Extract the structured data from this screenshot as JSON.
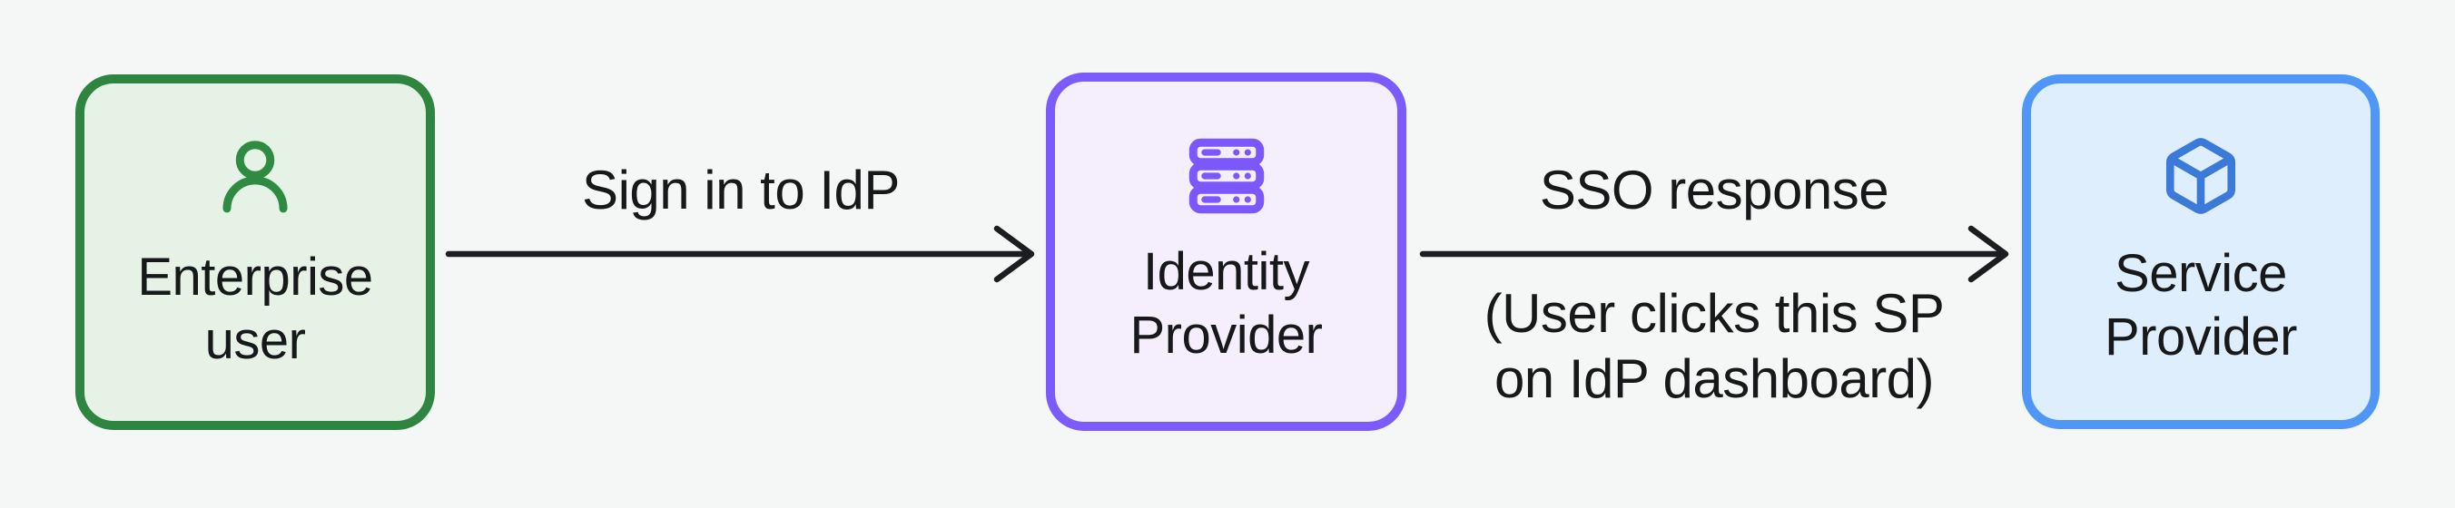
{
  "canvas": {
    "background_color": "#f5f7f6",
    "text_color": "#16181a",
    "arrow_color": "#1b1d20"
  },
  "nodes": [
    {
      "id": "enterprise-user",
      "title": "Enterprise\nuser",
      "icon": "user-icon",
      "border_color": "#2e8540",
      "fill_color": "#e5f2e5",
      "icon_color": "#2e8b41"
    },
    {
      "id": "identity-provider",
      "title": "Identity\nProvider",
      "icon": "server-icon",
      "border_color": "#7b5bfb",
      "fill_color": "#f4eefd",
      "icon_color": "#7a58fb"
    },
    {
      "id": "service-provider",
      "title": "Service\nProvider",
      "icon": "cube-icon",
      "border_color": "#4f96f7",
      "fill_color": "#dfeefd",
      "icon_color": "#3c7ad9"
    }
  ],
  "edges": [
    {
      "from": "enterprise-user",
      "to": "identity-provider",
      "label": "Sign in to IdP",
      "sublabel": ""
    },
    {
      "from": "identity-provider",
      "to": "service-provider",
      "label": "SSO response",
      "sublabel": "(User clicks this SP\non IdP dashboard)"
    }
  ]
}
